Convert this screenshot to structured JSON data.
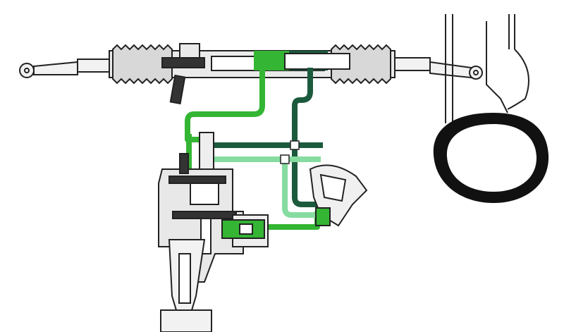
{
  "colors": {
    "pressure_line": "#34b534",
    "return_line_dark": "#1c5a3e",
    "return_line_light": "#86dca0",
    "outline": "#222222",
    "fill_gray": "#e6e6e6"
  },
  "icons": [
    "steering-rack",
    "tie-rod",
    "bellows",
    "steering-valve",
    "pump",
    "cylinder",
    "wheel",
    "suspension-strut"
  ]
}
